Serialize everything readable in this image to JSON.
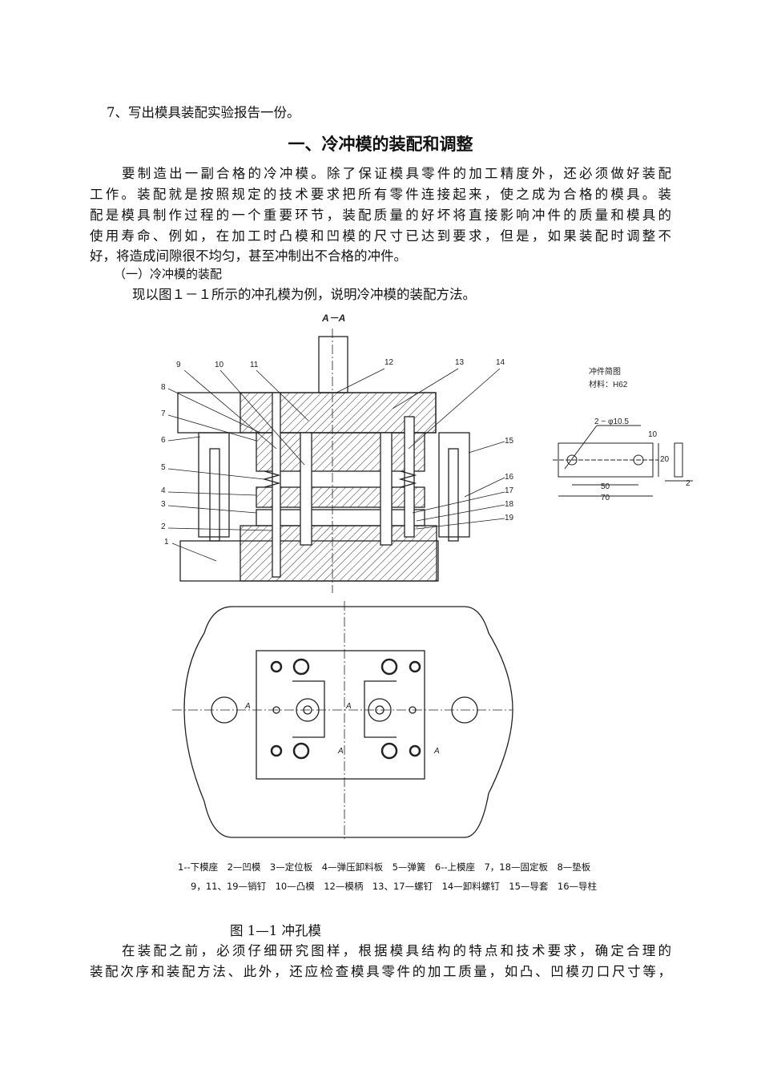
{
  "item7": "7、写出模具装配实验报告一份。",
  "title": "一、冷冲模的装配和调整",
  "para1": [
    "要制造出一副合格的冷冲模。除了保证模具零件的加工精度外，还必须做好装配",
    "工作。装配就是按照规定的技术要求把所有零件连接起来，使之成为合格的模具。装",
    "配是模具制作过程的一个重要环节，装配质量的好坏将直接影响冲件的质量和模具的",
    "使用寿命、例如，在加工时凸模和凹模的尺寸已达到要求，但是，如果装配时调整不",
    "好，将造成间隙很不均匀，甚至冲制出不合格的冲件。"
  ],
  "subhead": "（一）冷冲模的装配",
  "intro": "现以图１－１所示的冲孔模为例，说明冷冲模的装配方法。",
  "figure": {
    "section_label": "A－A",
    "section_mark": "A",
    "part_labels": [
      "1",
      "2",
      "3",
      "4",
      "5",
      "6",
      "7",
      "8",
      "9",
      "10",
      "11",
      "12",
      "13",
      "14",
      "15",
      "16",
      "17",
      "18",
      "19"
    ],
    "inset_title": "冲件简图",
    "inset_material": "材料：H62",
    "inset_hole": "2 − φ10.5",
    "dims": {
      "d10": "10",
      "d20": "20",
      "d50": "50",
      "d70": "70",
      "d2": "2"
    },
    "legend_line1": "1--下模座　2—凹模　3—定位板　4—弹压卸料板　5—弹簧　6--上模座　7，18—固定板　8—垫板",
    "legend_line2": "9，11、19—销钉　10—凸模　12—模柄　13、17—螺钉　14—卸料螺钉　15—导套　16—导柱",
    "caption": "图 1—1  冲孔模"
  },
  "para2": [
    "在装配之前，必须仔细研究图样，根据模具结构的特点和技术要求，确定合理的",
    "装配次序和装配方法、此外，还应检查模具零件的加工质量，如凸、凹模刃口尺寸等，"
  ]
}
